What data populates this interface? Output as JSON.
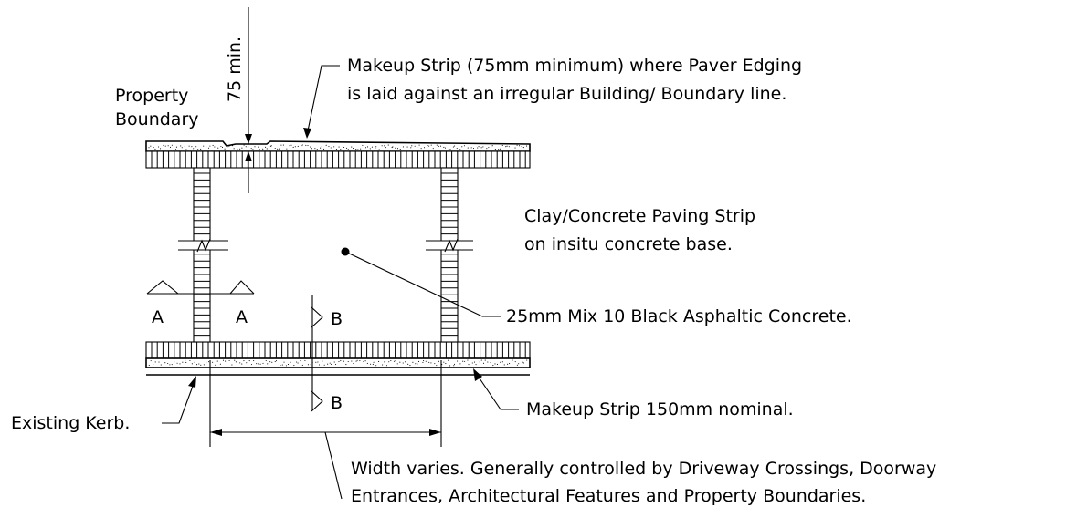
{
  "labels": {
    "dimension_75": "75 min.",
    "property_line1": "Property",
    "property_line2": "Boundary",
    "makeup_top_line1": "Makeup Strip (75mm minimum) where Paver Edging",
    "makeup_top_line2": "is laid against an irregular Building/ Boundary line.",
    "paving_line1": "Clay/Concrete Paving Strip",
    "paving_line2": "on insitu concrete base.",
    "asphalt": "25mm Mix 10 Black Asphaltic Concrete.",
    "section_a_left": "A",
    "section_a_right": "A",
    "section_b_top": "B",
    "section_b_bottom": "B",
    "existing_kerb": "Existing Kerb.",
    "makeup_bottom": "Makeup Strip 150mm nominal.",
    "width_line1": "Width varies. Generally controlled by Driveway Crossings, Doorway",
    "width_line2": "Entrances, Architectural Features and Property Boundaries."
  }
}
